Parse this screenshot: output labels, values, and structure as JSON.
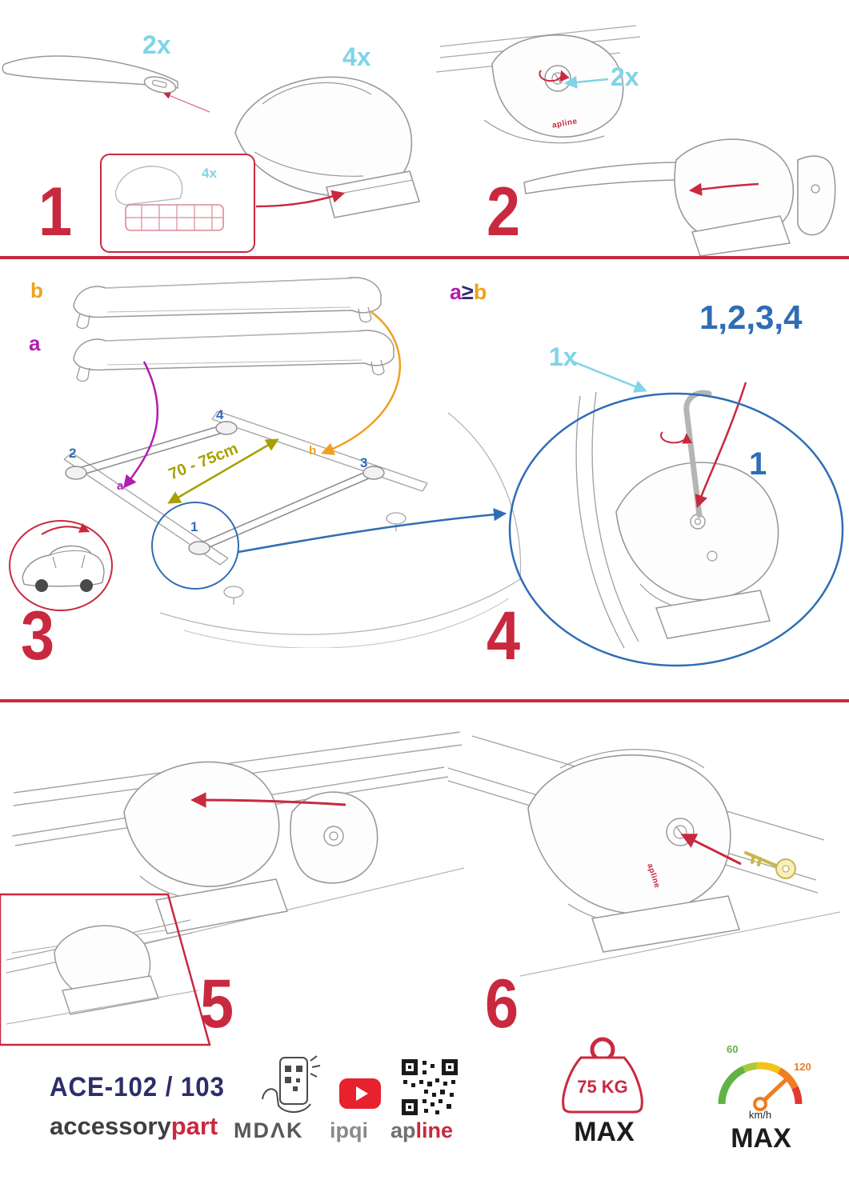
{
  "colors": {
    "red": "#c9293f",
    "cyan": "#7fd4e8",
    "blue": "#2f6db5",
    "purple": "#b21db0",
    "orange": "#f0a01e",
    "olive": "#a89f00",
    "navy": "#2d2d6b",
    "speed_green": "#62b346",
    "speed_red": "#e03a2f"
  },
  "steps": {
    "step1": {
      "number": "1",
      "bar_qty": "2x",
      "foot_qty": "4x",
      "pad_qty": "4x"
    },
    "step2": {
      "number": "2",
      "lock_qty": "2x",
      "part_brand": "apline"
    },
    "step3": {
      "number": "3",
      "bar_b_label": "b",
      "bar_a_label": "a",
      "distance": "70 - 75cm",
      "pos_1": "1",
      "pos_2": "2",
      "pos_3": "3",
      "pos_4": "4",
      "roof_a": "a",
      "roof_b": "b"
    },
    "step4": {
      "number": "4",
      "rule_a": "a",
      "rule_op": "≥",
      "rule_b": "b",
      "sequence": "1,2,3,4",
      "tool_qty": "1x",
      "pos_1": "1"
    },
    "step5": {
      "number": "5"
    },
    "step6": {
      "number": "6",
      "part_brand": "apline"
    }
  },
  "footer": {
    "model": "ACE-102 / 103",
    "brand_accessory": "accessory",
    "brand_part": "part",
    "logo_mdak": "MDΛK",
    "logo_ipqi": "ipqi",
    "logo_ap": "ap",
    "logo_line": "line",
    "weight_value": "75 KG",
    "weight_max": "MAX",
    "speed_low": "60",
    "speed_high": "120",
    "speed_unit": "km/h",
    "speed_max": "MAX"
  }
}
